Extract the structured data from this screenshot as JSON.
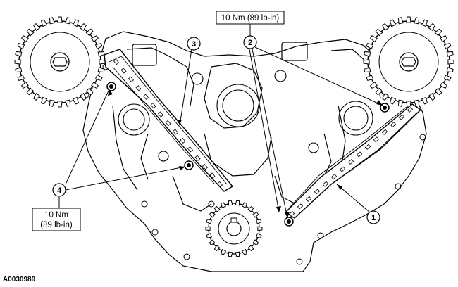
{
  "figure_id": "A0030989",
  "torque_top": {
    "line1": "10 Nm (89 lb-in)"
  },
  "torque_left": {
    "line1": "10 Nm",
    "line2": "(89 lb-in)"
  },
  "callouts": {
    "c1": "1",
    "c2": "2",
    "c3": "3",
    "c4": "4"
  }
}
